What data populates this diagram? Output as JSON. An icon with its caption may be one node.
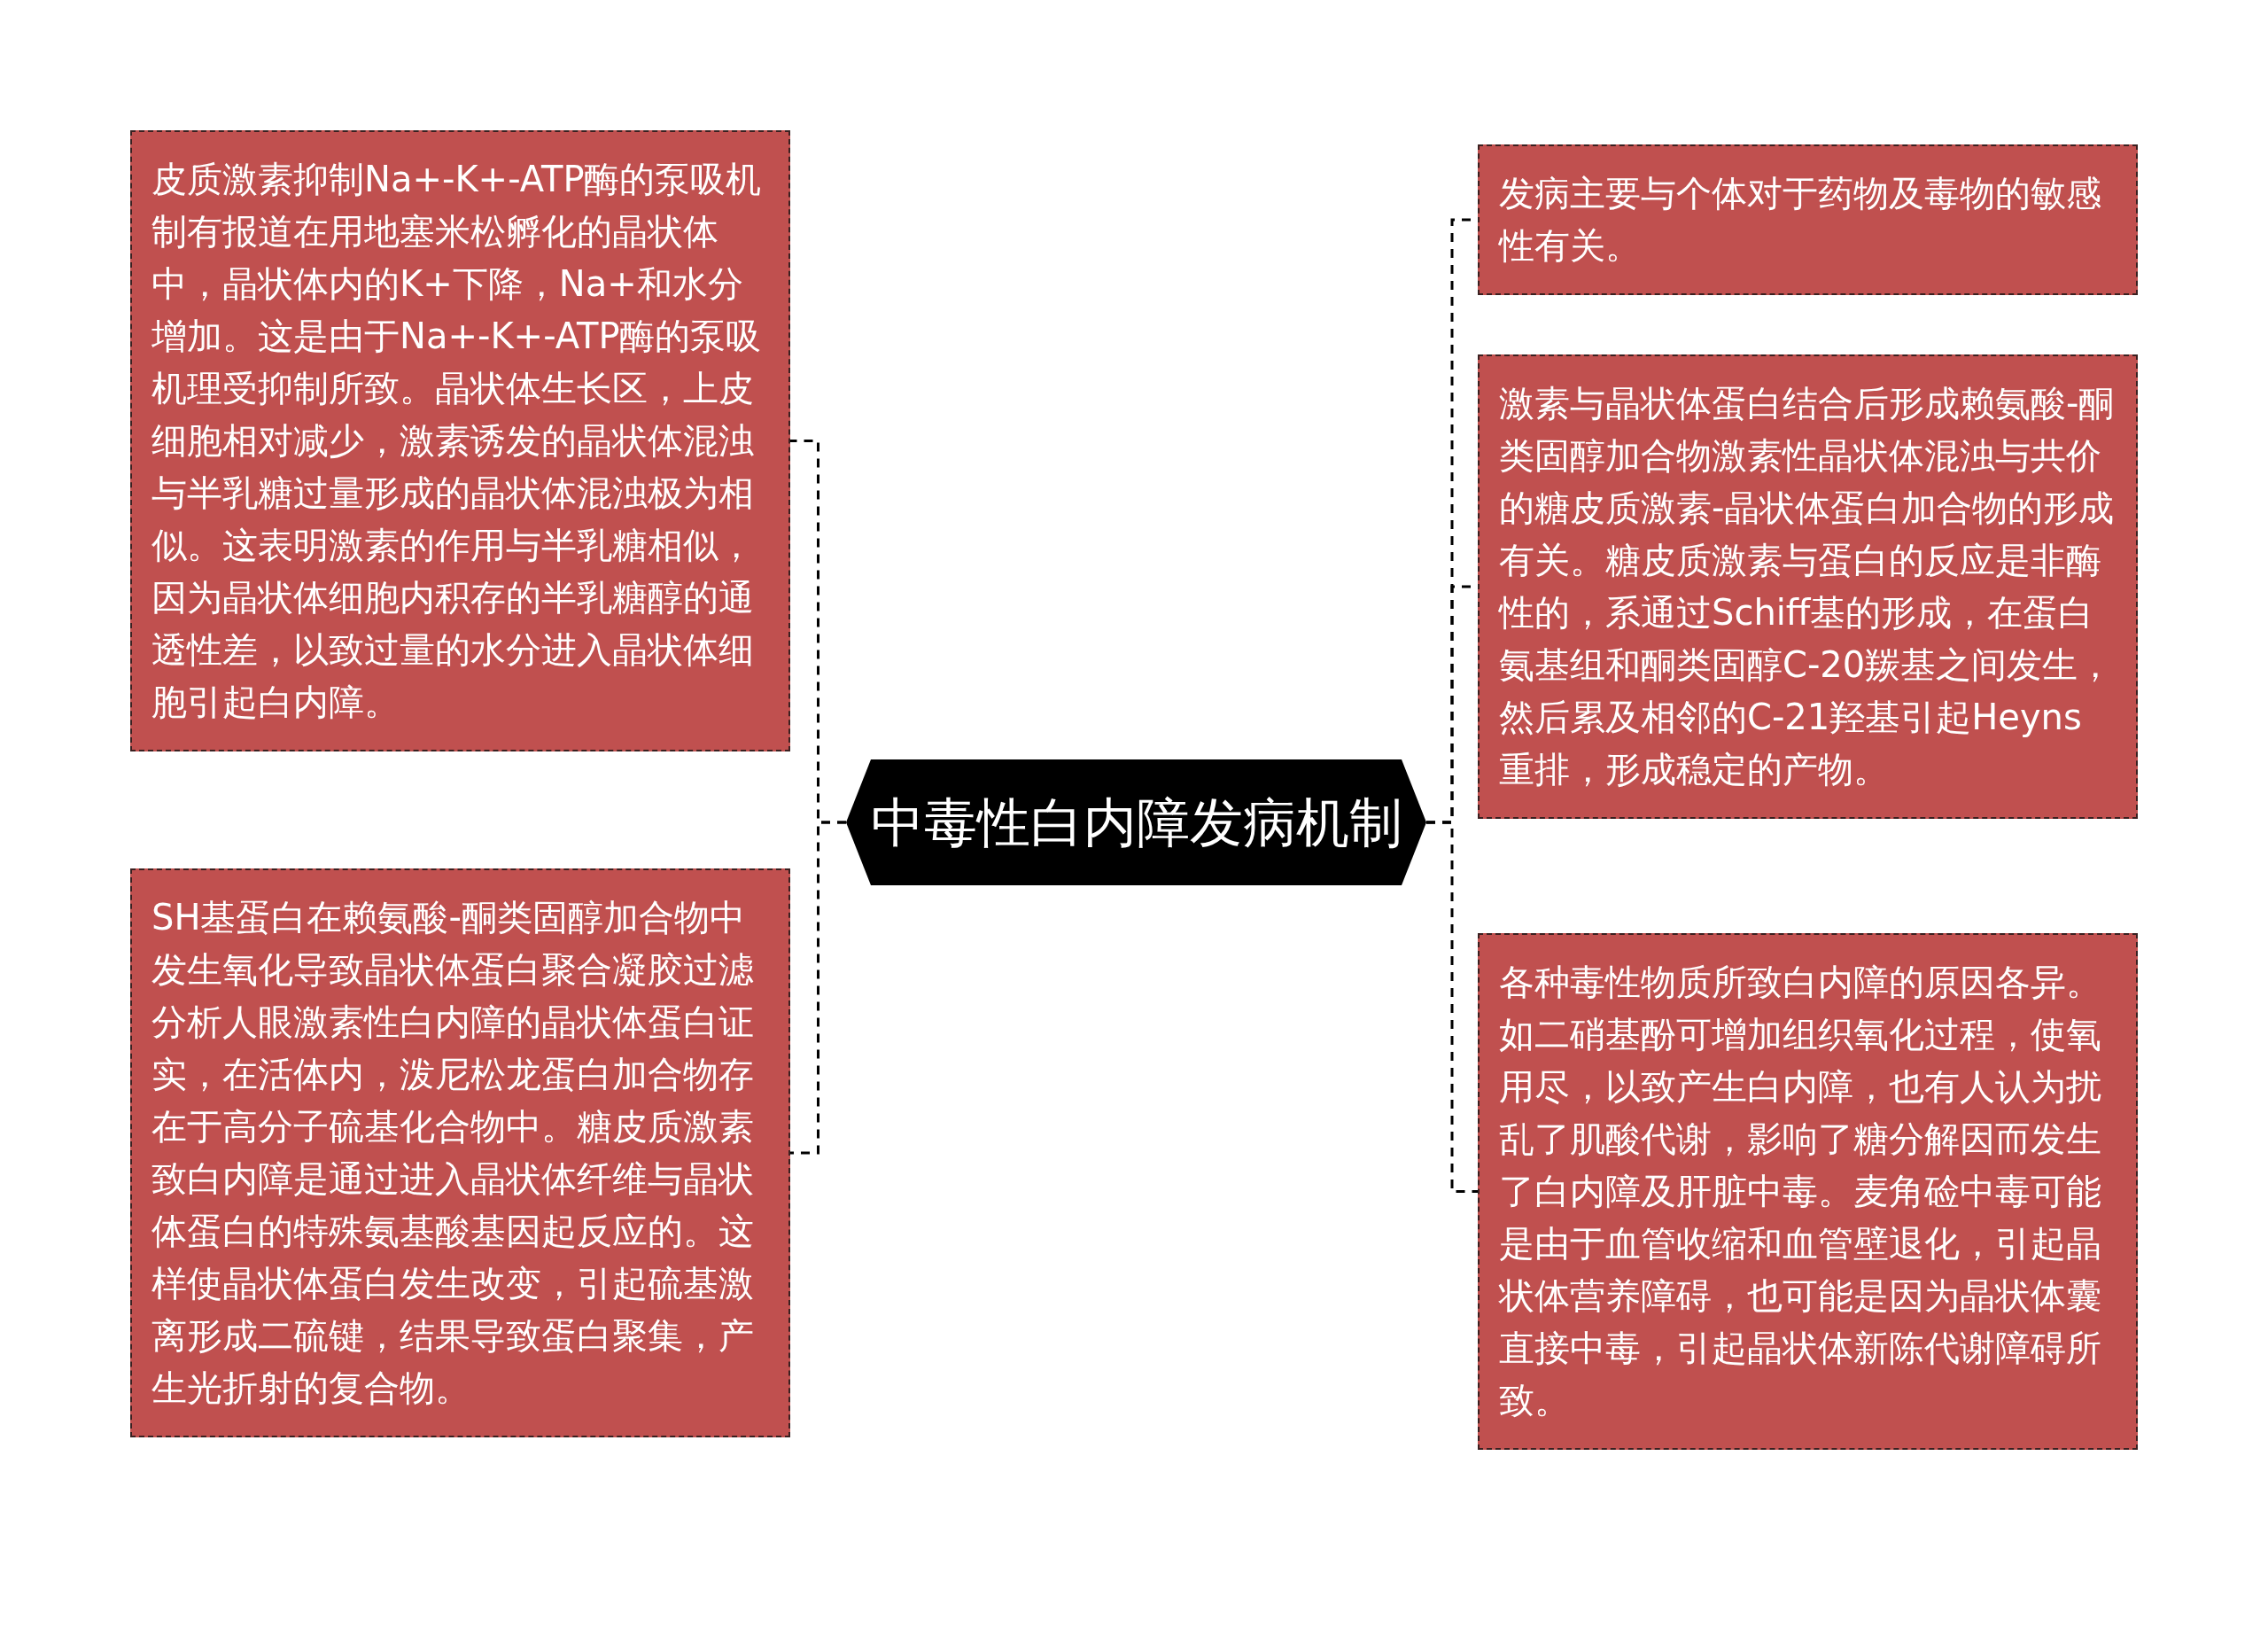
{
  "diagram": {
    "nodes": [
      {
        "text": [
          "中毒性白内障发病机制"
        ]
      },
      {
        "text": [
          "皮质激素抑制Na+-K+-ATP酶的泵吸机制有报道在用地塞米松孵化的晶状体中，晶状体内的K+下降，Na+和水分增加。这是由于Na+-K+-ATP酶的泵吸机理受抑制所致。晶状体生长区，上皮细胞相对减少，激素诱发的晶状体混浊与半乳糖过量形成的晶状体混浊极为相似。这表明激素的作用与半乳糖相似，因为晶状体细胞内积存的半乳糖醇的通透性差，以致过量的水分进入晶状体细胞引起白内障。"
        ]
      },
      {
        "text": [
          "SH基蛋白在赖氨酸-酮类固醇加合物中发生氧化导致晶状体蛋白聚合凝胶过滤分析人眼激素性白内障的晶状体蛋白证实，在活体内，泼尼松龙蛋白加合物存在于高分子硫基化合物中。糖皮质激素致白内障是通过进入晶状体纤维与晶状体蛋白的特殊氨基酸基因起反应的。这样使晶状体蛋白发生改变，引起硫基激离形成二硫键，结果导致蛋白聚集，产生光折射的复合物。"
        ]
      },
      {
        "text": [
          "发病主要与个体对于药物及毒物的敏感性有关。"
        ]
      },
      {
        "text": [
          "激素与晶状体蛋白结合后形成赖氨酸-酮类固醇加合物激素性晶状体混浊与共价的糖皮质激素-晶状体蛋白加合物的形成有关。糖皮质激素与蛋白的反应是非酶性的，系通过Schiff基的形成，在蛋白氨基组和酮类固醇C-20羰基之间发生，然后累及相邻的C-21羟基引起Heyns重排，形成稳定的产物。"
        ]
      },
      {
        "text": [
          "各种毒性物质所致白内障的原因各异。如二硝基酚可增加组织氧化过程，使氧用尽，以致产生白内障，也有人认为扰乱了肌酸代谢，影响了糖分解因而发生了白内障及肝脏中毒。麦角硷中毒可能是由于血管收缩和血管壁退化，引起晶状体营养障碍，也可能是因为晶状体囊直接中毒，引起晶状体新陈代谢障碍所致。"
        ]
      }
    ],
    "edges": [
      {
        "from": 0,
        "to": 1,
        "arrow": "none",
        "style": "dashed"
      },
      {
        "from": 0,
        "to": 2,
        "arrow": "none",
        "style": "dashed"
      },
      {
        "from": 0,
        "to": 3,
        "arrow": "none",
        "style": "dashed"
      },
      {
        "from": 0,
        "to": 4,
        "arrow": "none",
        "style": "dashed"
      },
      {
        "from": 0,
        "to": 5,
        "arrow": "none",
        "style": "dashed"
      }
    ]
  }
}
